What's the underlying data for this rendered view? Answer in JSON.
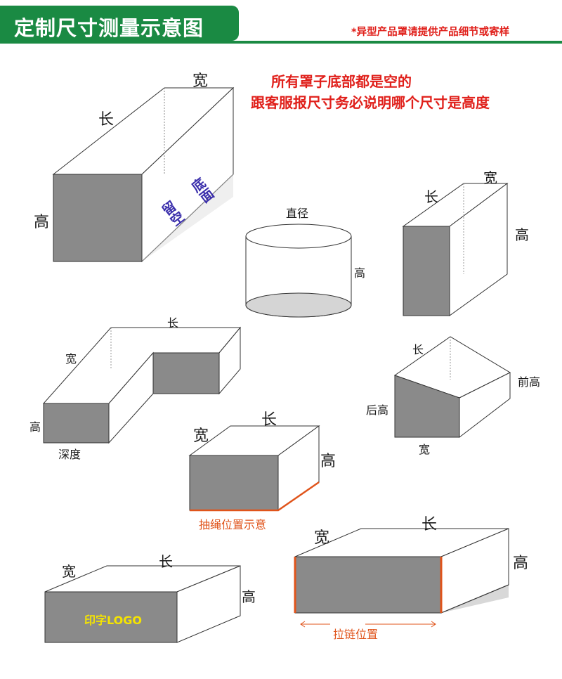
{
  "header": {
    "title": "定制尺寸测量示意图",
    "note": "*异型产品罩请提供产品细节或寄样"
  },
  "notes": {
    "line1": "所有罩子底部都是空的",
    "line2": "跟客服报尺寸务必说明哪个尺寸是高度"
  },
  "box1": {
    "length": "长",
    "width": "宽",
    "height": "高",
    "bottom_col1": "底面",
    "bottom_col2": "留空"
  },
  "cylinder": {
    "diameter": "直径",
    "height": "高"
  },
  "box3": {
    "length": "长",
    "width": "宽",
    "height": "高"
  },
  "lshape": {
    "length": "长",
    "width": "宽",
    "height": "高",
    "depth": "深度"
  },
  "slant": {
    "length": "长",
    "front_height": "前高",
    "back_height": "后高",
    "width": "宽"
  },
  "drawstring": {
    "length": "长",
    "width": "宽",
    "height": "高",
    "caption": "抽绳位置示意"
  },
  "logo_box": {
    "length": "长",
    "width": "宽",
    "height": "高",
    "logo_text": "印字LOGO"
  },
  "zipper": {
    "length": "长",
    "width": "宽",
    "height": "高",
    "caption": "拉链位置"
  },
  "colors": {
    "brand_green": "#1a8a43",
    "note_red": "#e0201b",
    "accent_orange": "#e0541b",
    "face_gray": "#8a8a8a",
    "shadow_gray": "#d2d2d2"
  }
}
